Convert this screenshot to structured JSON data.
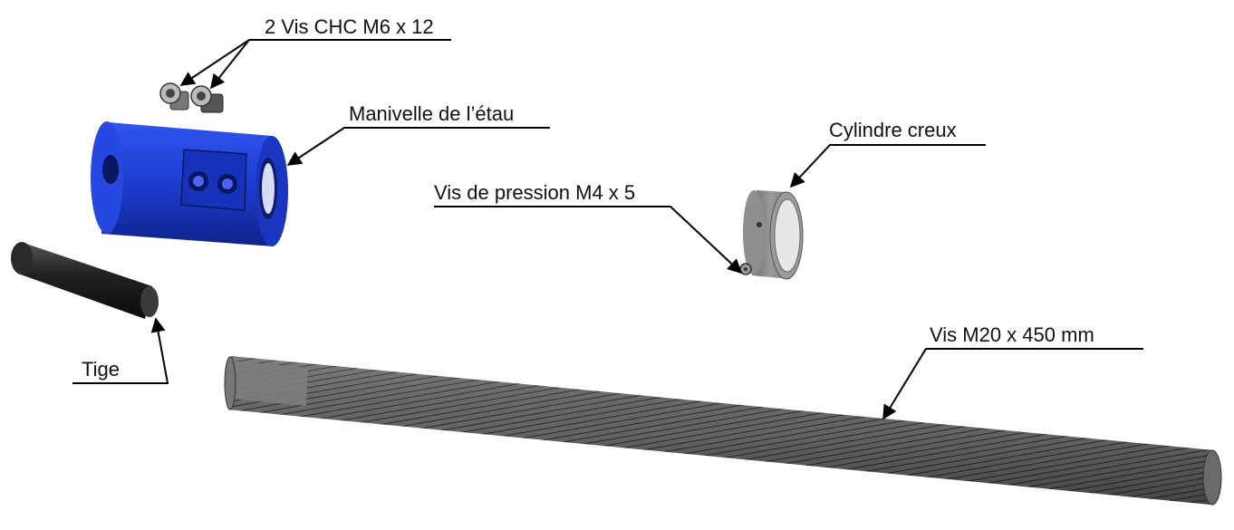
{
  "labels": {
    "screws_chc": "2 Vis CHC M6 x 12",
    "crank": "Manivelle de l’étau",
    "hollow_cylinder": "Cylindre creux",
    "set_screw": "Vis de pression M4 x 5",
    "rod": "Tige",
    "threaded_screw": "Vis M20 x 450 mm"
  },
  "colors": {
    "crank_blue": "#1F3FD0",
    "crank_dark": "#0E1E7A",
    "rod_black": "#1a1a1a",
    "cylinder_gray": "#8a8a8a",
    "thread_gray": "#5a5a5a",
    "line": "#000000"
  }
}
